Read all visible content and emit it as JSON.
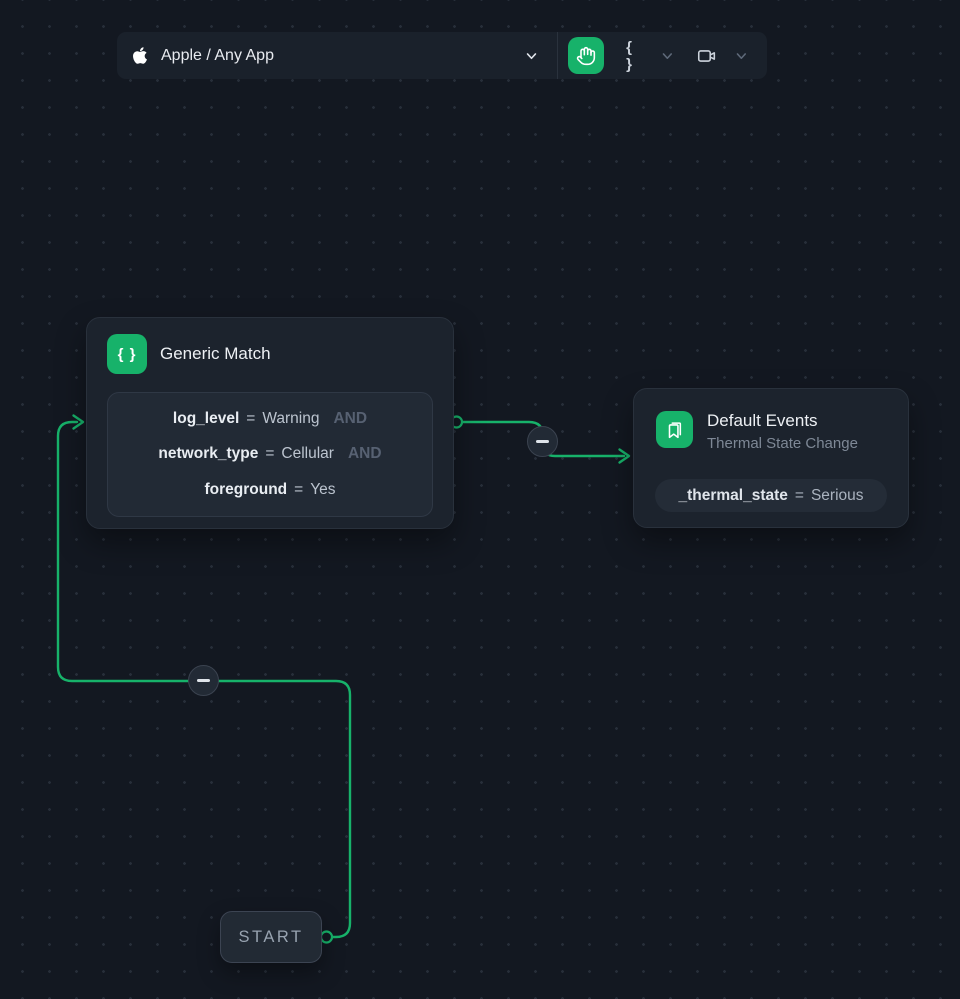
{
  "colors": {
    "accent_green": "#17b26a",
    "canvas_bg": "#131821",
    "node_bg": "#1c232d"
  },
  "icons": {
    "braces_glyph": "{ }"
  },
  "toolbar": {
    "app_selector_label": "Apple / Any App",
    "braces_button_label": "{ }"
  },
  "canvas": {
    "nodes": {
      "generic_match": {
        "title": "Generic Match",
        "conditions": [
          {
            "field": "log_level",
            "operator": "=",
            "value": "Warning",
            "conjunction": "AND"
          },
          {
            "field": "network_type",
            "operator": "=",
            "value": "Cellular",
            "conjunction": "AND"
          },
          {
            "field": "foreground",
            "operator": "=",
            "value": "Yes",
            "conjunction": ""
          }
        ]
      },
      "default_events": {
        "title": "Default Events",
        "subtitle": "Thermal State Change",
        "condition": {
          "field": "_thermal_state",
          "operator": "=",
          "value": "Serious"
        }
      },
      "start": {
        "label": "START"
      }
    }
  }
}
